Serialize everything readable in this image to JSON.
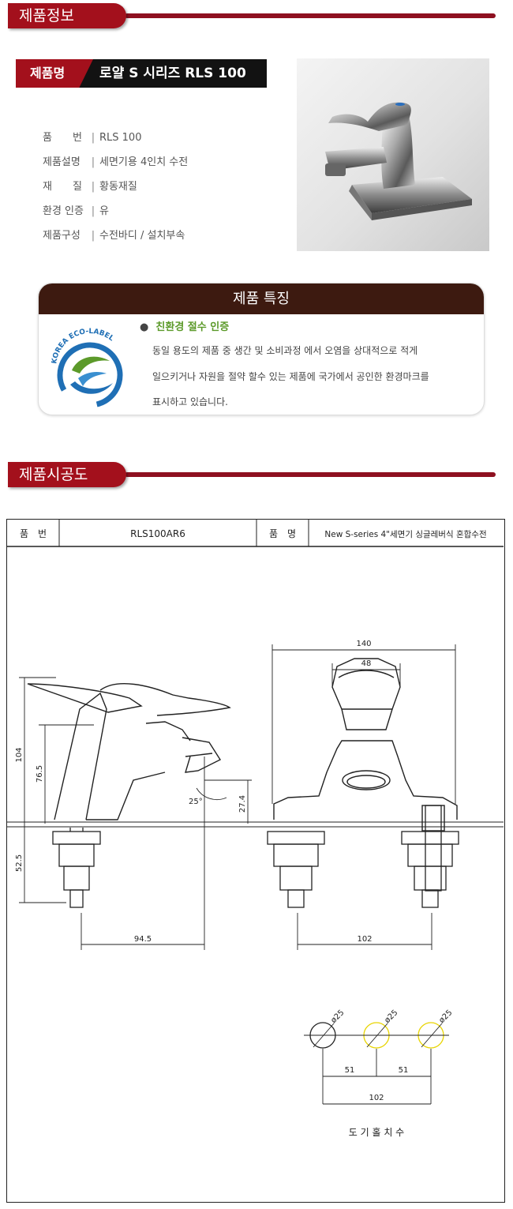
{
  "sections": {
    "info_title": "제품정보",
    "drawing_title": "제품시공도"
  },
  "product": {
    "name_tag": "제품명",
    "name": "로얄 S 시리즈 RLS 100",
    "specs": [
      {
        "label": "품　　번",
        "value": "RLS 100"
      },
      {
        "label": "제품설명",
        "value": "세면기용 4인치 수전"
      },
      {
        "label": "재　　질",
        "value": "황동재질"
      },
      {
        "label": "환경 인증",
        "value": "유"
      },
      {
        "label": "제품구성",
        "value": "수전바디 / 설치부속"
      }
    ]
  },
  "feature": {
    "heading": "제품 특징",
    "badge": "KOREA ECO-LABEL",
    "title": "친환경 절수 인증",
    "lines": [
      "동일 용도의 제품 중 생간 및 소비과정 에서 오염을 상대적으로 적게",
      "일으키거나 자원을 절약 할수 있는 제품에 국가에서 공인한 환경마크를",
      "표시하고 있습니다."
    ]
  },
  "drawing": {
    "header": {
      "part_label": "품　번",
      "part_value": "RLS100AR6",
      "name_label": "품　명",
      "name_value": "New S-series  4\"세면기 싱글레버식 혼합수전"
    },
    "dims": {
      "d140": "140",
      "d48": "48",
      "d104": "104",
      "d765": "76.5",
      "d274": "27.4",
      "d525": "52.5",
      "d945": "94.5",
      "d102": "102",
      "angle": "25°",
      "hole": "ø25",
      "d51a": "51",
      "d51b": "51",
      "d102b": "102"
    },
    "hole_caption": "도 기 홀 치 수"
  },
  "colors": {
    "accent": "#a3101c",
    "feature_head": "#3d1a10",
    "eco_green": "#5c9a2a",
    "eco_blue": "#1f6fb5"
  }
}
